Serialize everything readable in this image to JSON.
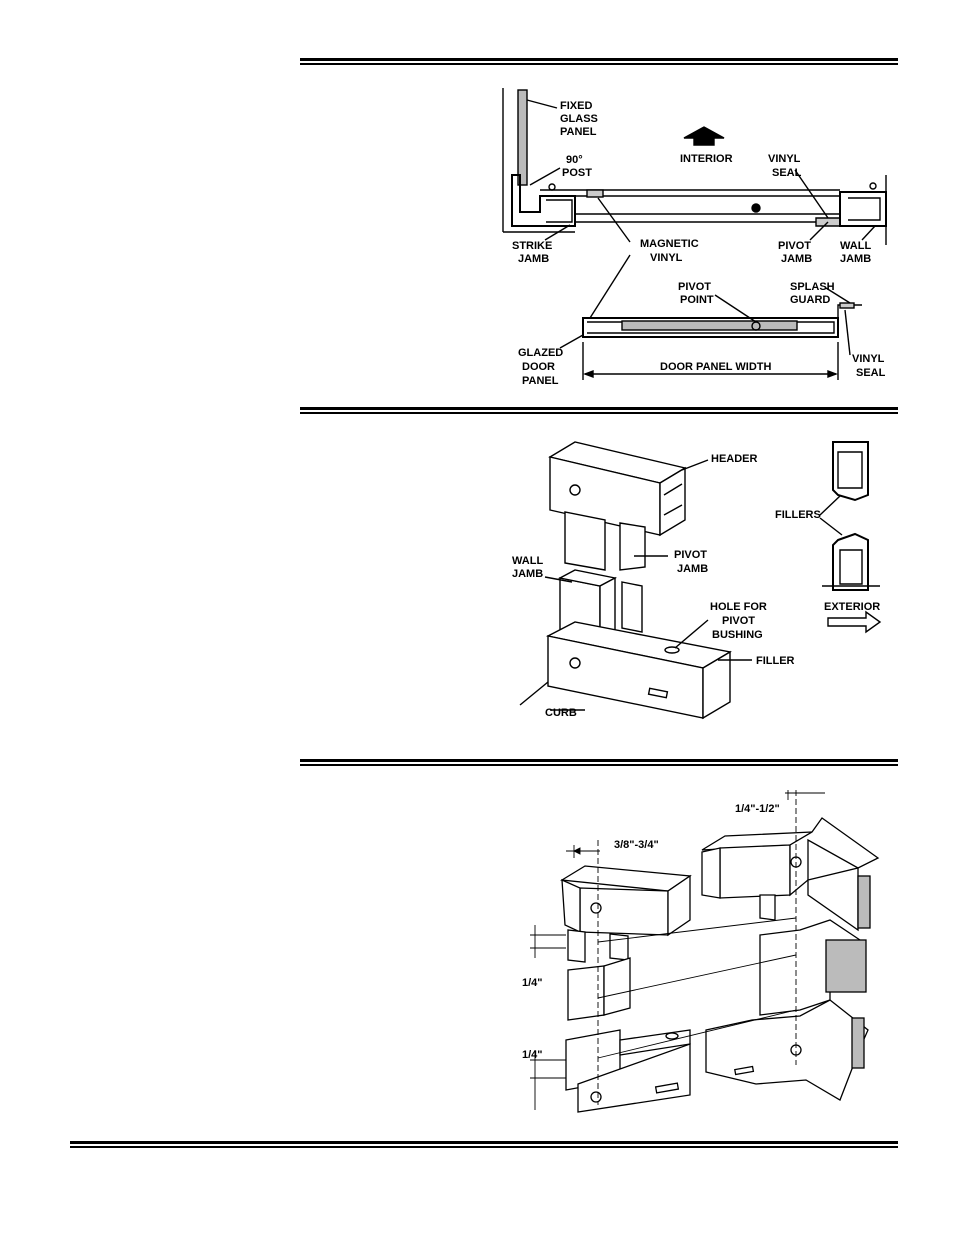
{
  "figure1": {
    "labels": {
      "fixed_glass_panel": [
        "FIXED",
        "GLASS",
        "PANEL"
      ],
      "post_90": [
        "90°",
        "POST"
      ],
      "interior": "INTERIOR",
      "vinyl_seal_top": [
        "VINYL",
        "SEAL"
      ],
      "strike_jamb": [
        "STRIKE",
        "JAMB"
      ],
      "magnetic_vinyl": [
        "MAGNETIC",
        "VINYL"
      ],
      "pivot_jamb": [
        "PIVOT",
        "JAMB"
      ],
      "wall_jamb": [
        "WALL",
        "JAMB"
      ],
      "pivot_point": [
        "PIVOT",
        "POINT"
      ],
      "splash_guard": [
        "SPLASH",
        "GUARD"
      ],
      "glazed_door_panel": [
        "GLAZED",
        "DOOR",
        "PANEL"
      ],
      "door_panel_width": "DOOR PANEL WIDTH",
      "vinyl_seal_bottom": [
        "VINYL",
        "SEAL"
      ]
    }
  },
  "figure2": {
    "labels": {
      "header": "HEADER",
      "pivot_jamb": [
        "PIVOT",
        "JAMB"
      ],
      "wall_jamb": [
        "WALL",
        "JAMB"
      ],
      "hole_for_pivot_bushing": [
        "HOLE FOR",
        "PIVOT",
        "BUSHING"
      ],
      "filler": "FILLER",
      "curb": "CURB",
      "fillers": "FILLERS",
      "exterior": "EXTERIOR"
    }
  },
  "figure3": {
    "labels": {
      "dim_top_left": "3/8\"-3/4\"",
      "dim_top_right": "1/4\"-1/2\"",
      "dim_left_upper": "1/4\"",
      "dim_left_lower": "1/4\""
    }
  }
}
